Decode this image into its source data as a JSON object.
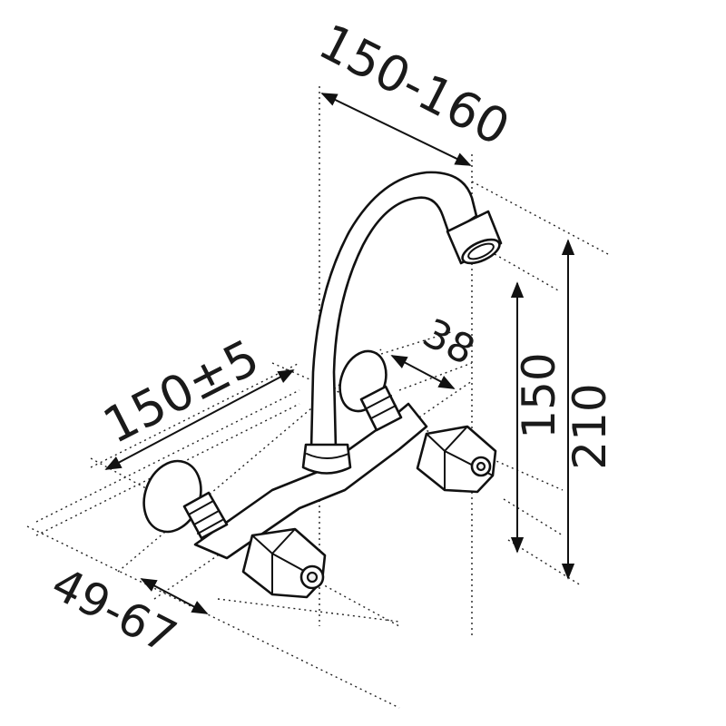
{
  "diagram": {
    "dimensions": {
      "spout_reach": "150-160",
      "center_distance": "150±5",
      "handle_offset": "38",
      "spout_height": "150",
      "total_height": "210",
      "wall_distance": "49-67"
    }
  }
}
